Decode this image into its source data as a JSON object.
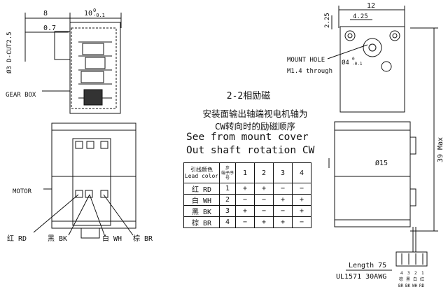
{
  "left_view": {
    "dim_8": "8",
    "dim_10": "10",
    "dim_10_sup": "0",
    "dim_10_sub": "-0.1",
    "dim_07": "0.7",
    "shaft_label": "Ø3 D-CUT2.5",
    "gear_box_label": "GEAR BOX",
    "motor_label": "MOTOR",
    "wire_red": "红 RD",
    "wire_black": "黑 BK",
    "wire_white": "白 WH",
    "wire_brown": "棕 BR"
  },
  "center": {
    "title_cn": "2-2相励磁",
    "line1_cn": "安装面输出轴端视电机轴为",
    "line2_cn": "CW转向时的励磁顺序",
    "line1_en": "See from mount cover",
    "line2_en": "Out shaft rotation CW",
    "table": {
      "header_lead_cn": "引线颜色",
      "header_lead_en": "Lead color",
      "header_terminal": "端子序号",
      "header_step": "步",
      "steps": [
        "1",
        "2",
        "3",
        "4"
      ],
      "rows": [
        {
          "color": "红 RD",
          "terminal": "1",
          "cells": [
            "+",
            "+",
            "−",
            "−"
          ]
        },
        {
          "color": "白 WH",
          "terminal": "2",
          "cells": [
            "−",
            "−",
            "+",
            "+"
          ]
        },
        {
          "color": "黑 BK",
          "terminal": "3",
          "cells": [
            "+",
            "−",
            "−",
            "+"
          ]
        },
        {
          "color": "棕 BR",
          "terminal": "4",
          "cells": [
            "−",
            "+",
            "+",
            "−"
          ]
        }
      ]
    }
  },
  "right_view": {
    "dim_12": "12",
    "dim_425": "4.25",
    "dim_225": "2.25",
    "mount_hole_label": "MOUNT HOLE",
    "mount_hole_spec": "M1.4 through",
    "bore_label": "Ø4",
    "bore_sup": "0",
    "bore_sub": "-0.1",
    "dia_15": "Ø15",
    "height_39": "39 Max",
    "length_label": "Length 75",
    "wire_spec": "UL1571 30AWG",
    "connector_pins": [
      "4",
      "3",
      "2",
      "1"
    ],
    "connector_colors": [
      "棕",
      "黑",
      "白",
      "红"
    ],
    "connector_codes": [
      "BR",
      "BK",
      "WH",
      "RD"
    ]
  }
}
